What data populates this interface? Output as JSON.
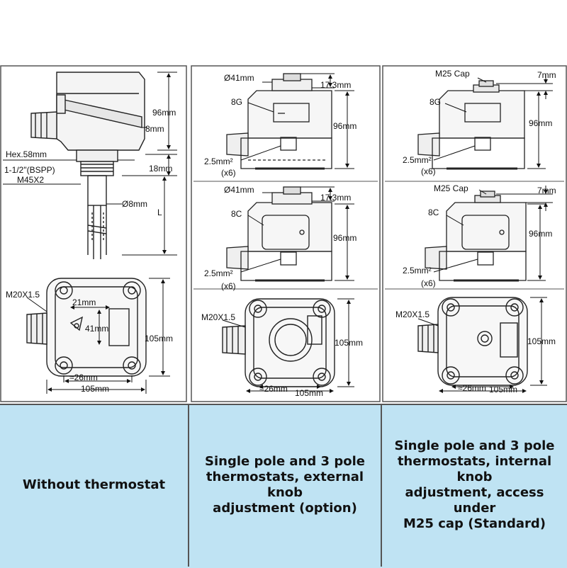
{
  "panel1": {
    "dim_height": "96mm",
    "dim_cable_gland": "8mm",
    "hex": "Hex.58mm",
    "thread": "1-1/2\"(BSPP)",
    "thread_alt": "M45X2",
    "dim_neck": "18mm",
    "dim_tube": "Ø8mm",
    "dim_length": "L",
    "gland_thread": "M20X1.5",
    "dim_inner_w": "21mm",
    "dim_inner_h": "41mm",
    "dim_outer_h": "105mm",
    "dim_hole": "≈26mm",
    "dim_outer_w": "105mm"
  },
  "panel2": {
    "dim_knob": "Ø41mm",
    "dim_knob_h": "17.3mm",
    "label_8g": "8G",
    "dim_height": "96mm",
    "terminal": "2.5mm²",
    "terminal_count": "(x6)",
    "dim_knob_b": "Ø41mm",
    "dim_knob_h_b": "17.3mm",
    "label_8c": "8C",
    "dim_height_b": "96mm",
    "terminal_b": "2.5mm²",
    "terminal_count_b": "(x6)",
    "gland_thread": "M20X1.5",
    "dim_outer_h": "105mm",
    "dim_hole": "≈26mm",
    "dim_outer_w": "105mm"
  },
  "panel3": {
    "cap": "M25 Cap",
    "dim_cap": "7mm",
    "label_8g": "8G",
    "dim_height": "96mm",
    "terminal": "2.5mm²",
    "terminal_count": "(x6)",
    "cap_b": "M25 Cap",
    "dim_cap_b": "7mm",
    "label_8c": "8C",
    "dim_height_b": "96mm",
    "terminal_b": "2.5mm²",
    "terminal_count_b": "(x6)",
    "gland_thread": "M20X1.5",
    "dim_outer_h": "105mm",
    "dim_hole": "≈26mm",
    "dim_outer_w": "105mm"
  },
  "captions": {
    "c1": "Without thermostat",
    "c2": "Single pole and 3 pole\nthermostats, external knob\nadjustment (option)",
    "c3": "Single pole and 3 pole\nthermostats, internal knob\nadjustment, access under\nM25 cap (Standard)"
  },
  "colors": {
    "caption_bg": "#bfe3f3",
    "line": "#222222",
    "panel_border": "#555555"
  }
}
